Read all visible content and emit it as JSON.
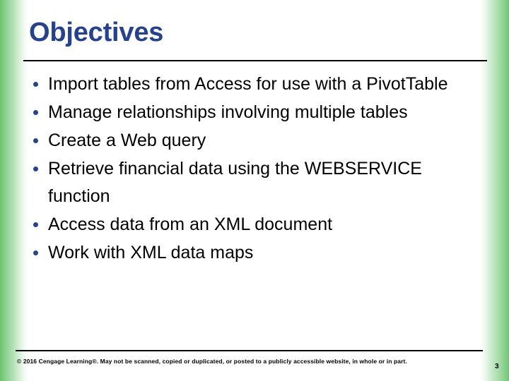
{
  "slide": {
    "title": "Objectives",
    "accent_color": "#27428c",
    "edge_color": "#6cc36e",
    "bullets": [
      "Import tables from Access for use with a PivotTable",
      "Manage relationships involving multiple tables",
      "Create a Web query",
      "Retrieve financial data using the WEBSERVICE function",
      "Access data from an XML document",
      "Work with XML data maps"
    ],
    "footer": {
      "copyright": "© 2016 Cengage Learning®. May not be scanned, copied or duplicated, or posted to a publicly accessible website, in whole or in part.",
      "page_number": "3"
    }
  }
}
